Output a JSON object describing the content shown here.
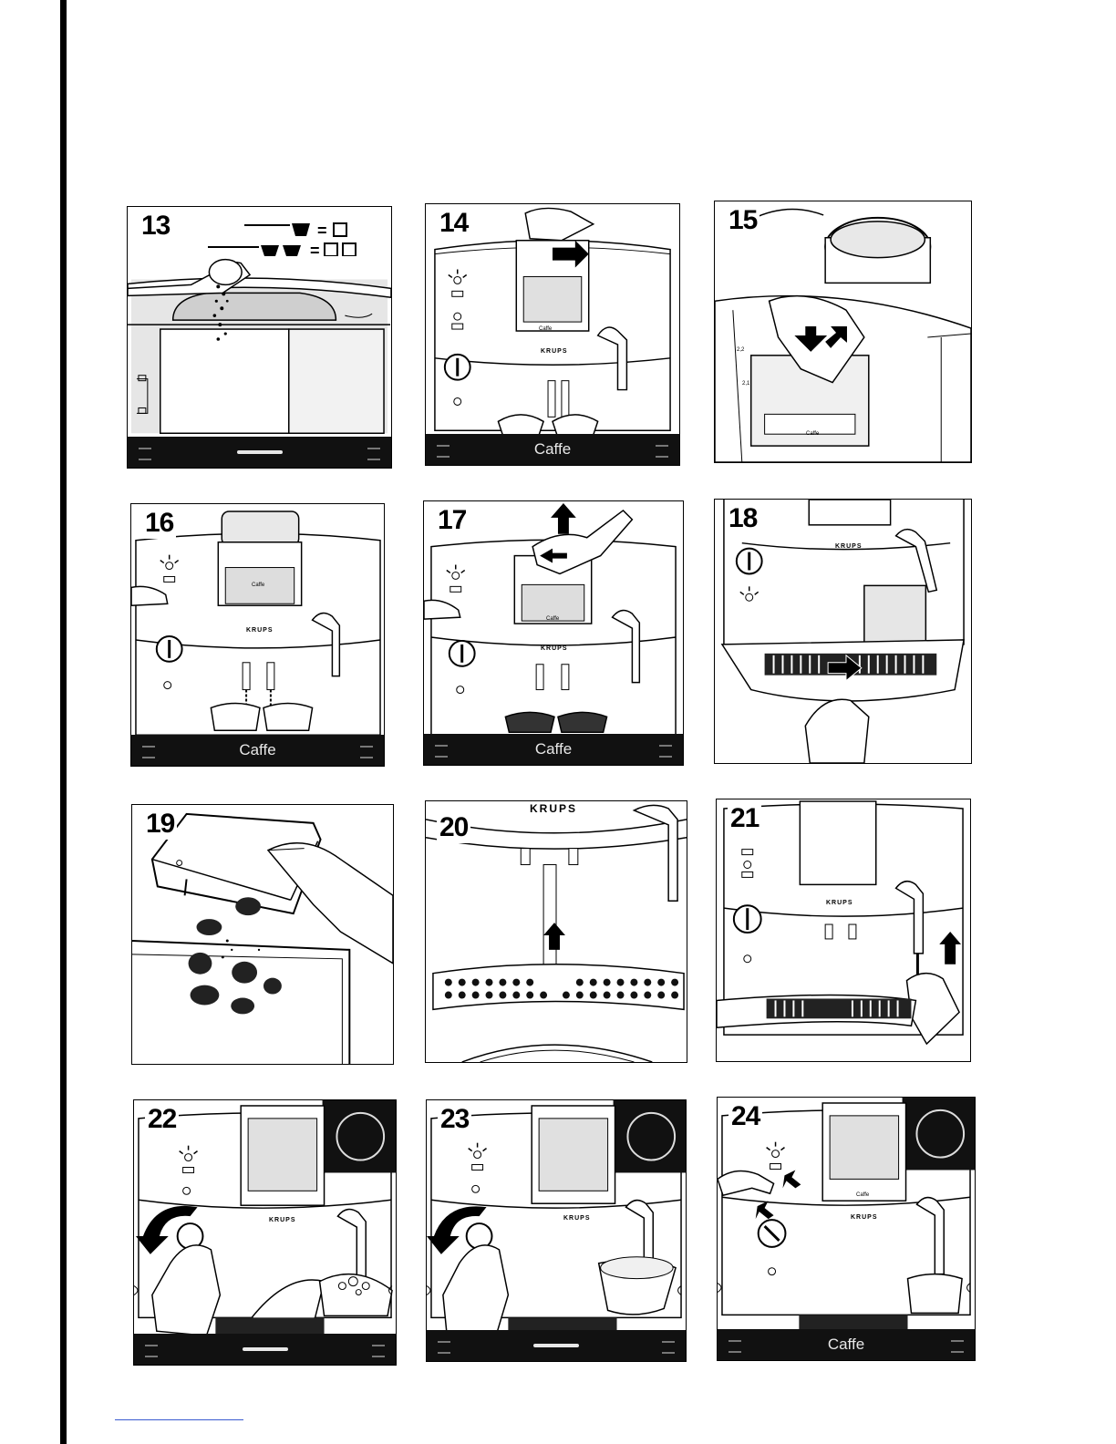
{
  "steps": {
    "s13": {
      "number": "13",
      "bar_label": ""
    },
    "s14": {
      "number": "14",
      "bar_label": "Caffe",
      "brand": "KRUPS",
      "tray_label": "Caffe"
    },
    "s15": {
      "number": "15",
      "tray_label": "Caffe",
      "mark_a": "2,2",
      "mark_b": "2,1"
    },
    "s16": {
      "number": "16",
      "bar_label": "Caffe",
      "brand": "KRUPS",
      "tray_label": "Caffe"
    },
    "s17": {
      "number": "17",
      "bar_label": "Caffe",
      "brand": "KRUPS",
      "tray_label": "Caffe"
    },
    "s18": {
      "number": "18",
      "brand": "KRUPS"
    },
    "s19": {
      "number": "19"
    },
    "s20": {
      "number": "20",
      "brand": "KRUPS"
    },
    "s21": {
      "number": "21",
      "brand": "KRUPS"
    },
    "s22": {
      "number": "22",
      "bar_label": "",
      "brand": "KRUPS"
    },
    "s23": {
      "number": "23",
      "bar_label": "",
      "brand": "KRUPS"
    },
    "s24": {
      "number": "24",
      "bar_label": "Caffe",
      "brand": "KRUPS",
      "tray_label": "Caffe"
    }
  }
}
